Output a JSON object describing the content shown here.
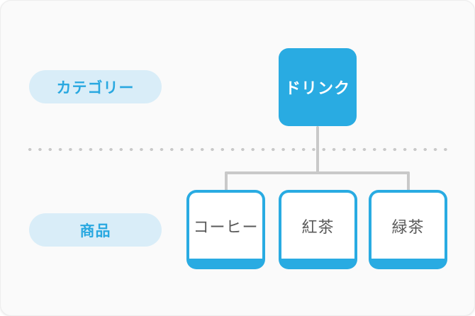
{
  "diagram": {
    "row_labels": [
      {
        "label": "カテゴリー"
      },
      {
        "label": "商品"
      }
    ],
    "root": {
      "label": "ドリンク"
    },
    "children": [
      {
        "label": "コーヒー"
      },
      {
        "label": "紅茶"
      },
      {
        "label": "緑茶"
      }
    ],
    "colors": {
      "accent_blue": "#29ABE2",
      "pill_bg": "#D9EDF8",
      "pill_text": "#29A8E0",
      "connector": "#C9C9C9",
      "dotted_divider": "#C9C9C9",
      "child_text": "#595959",
      "card_bg": "#FAFAFA"
    }
  }
}
